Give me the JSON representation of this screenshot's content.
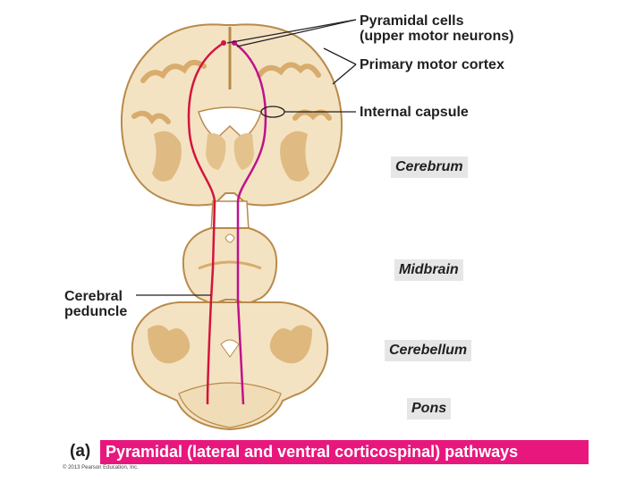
{
  "labels": {
    "pyramidal_cells_line1": "Pyramidal cells",
    "pyramidal_cells_line2": "(upper motor neurons)",
    "primary_motor_cortex": "Primary motor cortex",
    "internal_capsule": "Internal capsule",
    "cerebral_peduncle_line1": "Cerebral",
    "cerebral_peduncle_line2": "peduncle"
  },
  "regions": {
    "cerebrum": "Cerebrum",
    "midbrain": "Midbrain",
    "cerebellum": "Cerebellum",
    "pons": "Pons"
  },
  "caption": {
    "panel_letter": "(a)",
    "title": "Pyramidal (lateral and ventral corticospinal) pathways"
  },
  "copyright": "© 2013 Pearson Education, Inc.",
  "colors": {
    "tissue_light": "#f3e3c3",
    "tissue_dark": "#d8ac6c",
    "tissue_outline": "#b98a4a",
    "pathway_red": "#d4143c",
    "pathway_magenta": "#c0128c",
    "banner_pink": "#e8177d",
    "region_box": "#e6e6e6"
  }
}
